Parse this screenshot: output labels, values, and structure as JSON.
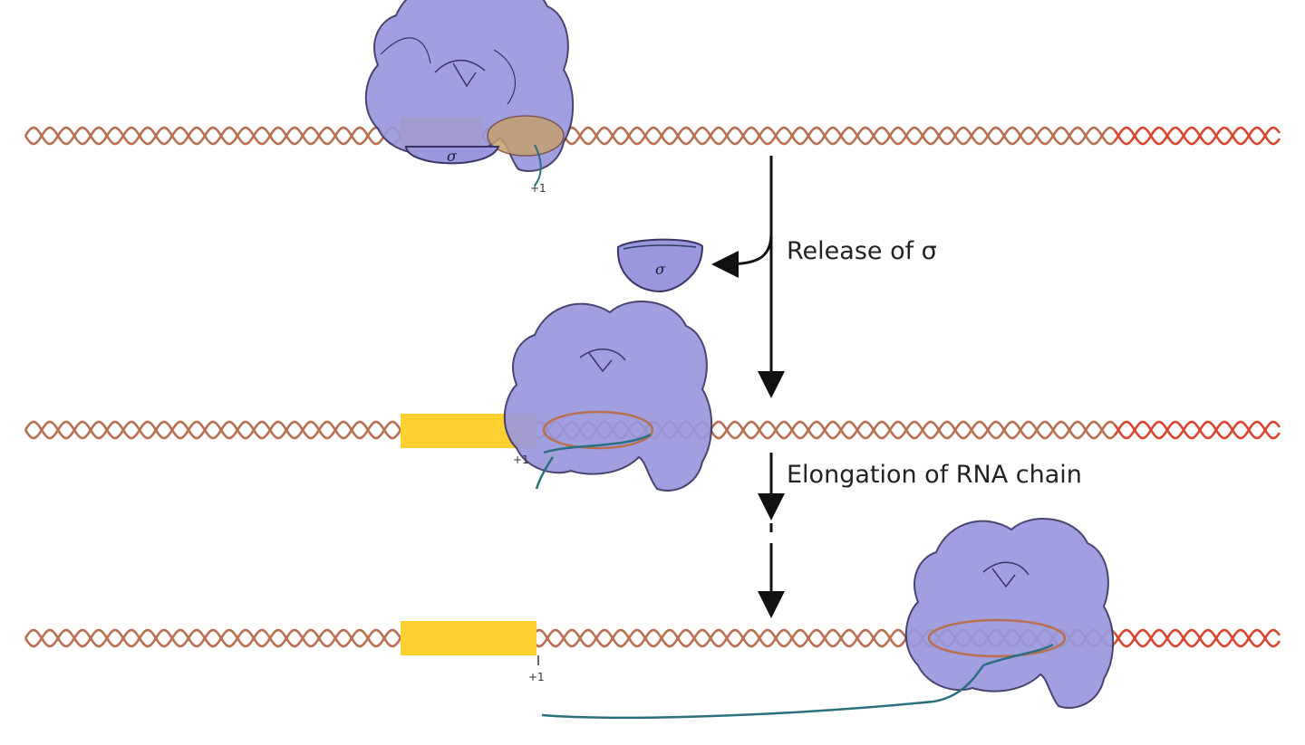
{
  "labels": {
    "release": "Release of σ",
    "elongation": "Elongation of RNA chain"
  },
  "sigma_symbol": "σ",
  "plus_one": "+1",
  "colors": {
    "polymerase_fill": "#9a97dd",
    "polymerase_stroke": "#3b3566",
    "dna_strand": "#b87050",
    "dna_terminator": "#d84830",
    "promoter_box": "#ffd030",
    "rna": "#2a7080",
    "arrow": "#111111"
  }
}
